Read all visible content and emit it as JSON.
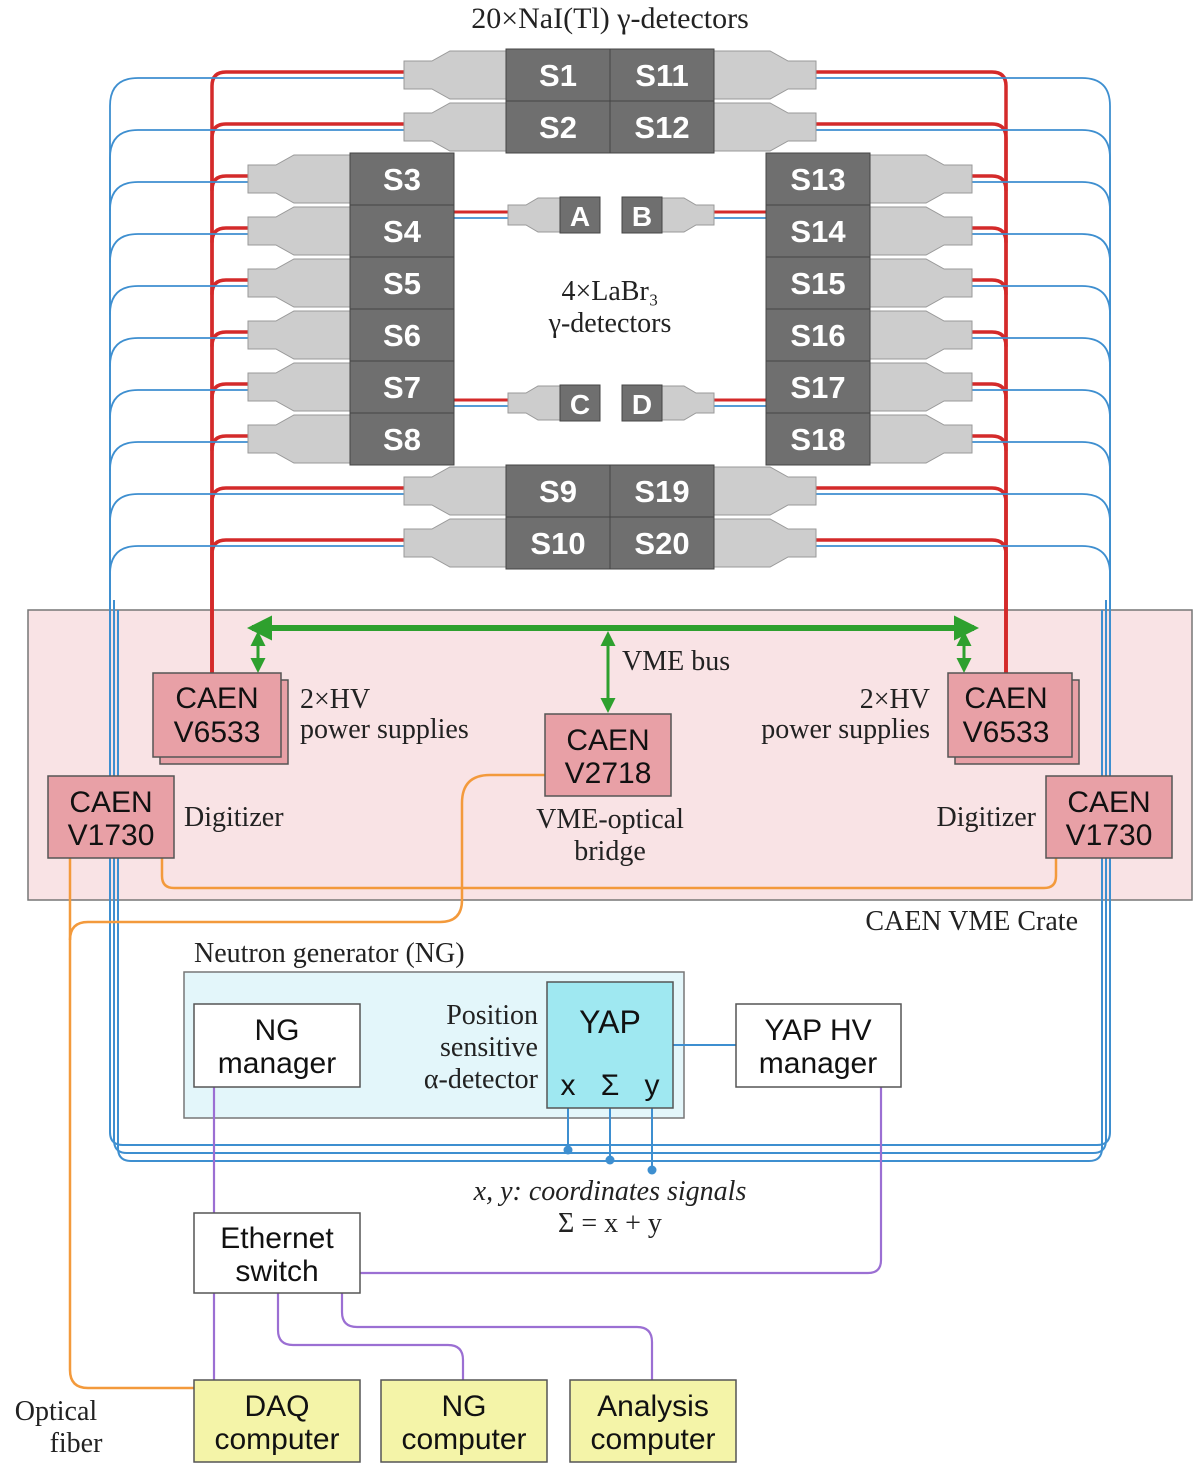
{
  "title": "20×NaI(Tl) γ-detectors",
  "labr": {
    "line1": "4×LaBr₃",
    "line2": "γ-detectors",
    "detectors": [
      "A",
      "B",
      "C",
      "D"
    ]
  },
  "nai_detectors": {
    "top_pairs": [
      [
        "S1",
        "S11"
      ],
      [
        "S2",
        "S12"
      ]
    ],
    "left_column": [
      "S3",
      "S4",
      "S5",
      "S6",
      "S7",
      "S8"
    ],
    "right_column": [
      "S13",
      "S14",
      "S15",
      "S16",
      "S17",
      "S18"
    ],
    "bottom_pairs": [
      [
        "S9",
        "S19"
      ],
      [
        "S10",
        "S20"
      ]
    ]
  },
  "crate": {
    "label": "CAEN VME Crate",
    "bus_label": "VME bus",
    "hv_left": {
      "line1": "CAEN",
      "line2": "V6533"
    },
    "hv_right": {
      "line1": "CAEN",
      "line2": "V6533"
    },
    "hv_caption_line1": "2×HV",
    "hv_caption_line2": "power supplies",
    "bridge": {
      "line1": "CAEN",
      "line2": "V2718"
    },
    "bridge_caption_line1": "VME-optical",
    "bridge_caption_line2": "bridge",
    "digitizer_left": {
      "line1": "CAEN",
      "line2": "V1730"
    },
    "digitizer_right": {
      "line1": "CAEN",
      "line2": "V1730"
    },
    "digitizer_caption": "Digitizer"
  },
  "ng": {
    "title": "Neutron generator (NG)",
    "manager_line1": "NG",
    "manager_line2": "manager",
    "psd_caption": [
      "Position",
      "sensitive",
      "α-detector"
    ],
    "yap_label": "YAP",
    "yap_outputs": [
      "x",
      "Σ",
      "y"
    ],
    "yap_hv_line1": "YAP HV",
    "yap_hv_line2": "manager"
  },
  "signals": {
    "line1": "x, y: coordinates signals",
    "line2": "Σ = x + y"
  },
  "ethernet": {
    "line1": "Ethernet",
    "line2": "switch"
  },
  "computers": [
    {
      "line1": "DAQ",
      "line2": "computer"
    },
    {
      "line1": "NG",
      "line2": "computer"
    },
    {
      "line1": "Analysis",
      "line2": "computer"
    }
  ],
  "optical": {
    "line1": "Optical",
    "line2": "fiber"
  },
  "colors": {
    "hv_cable": "#d42a2a",
    "signal_cable": "#3e8fd0",
    "vme_bus": "#2ea02e",
    "optical_fiber": "#f39a3c",
    "ethernet_cable": "#9b6fd3",
    "detector_dark": "#6f6f6f",
    "pmt_light": "#cdcdcd",
    "crate_fill": "#f9e3e5",
    "caen_module": "#e8a0a6",
    "ng_fill": "#e3f6fa",
    "yap_fill": "#9fe8f1",
    "computer_fill": "#f4f4a8"
  }
}
